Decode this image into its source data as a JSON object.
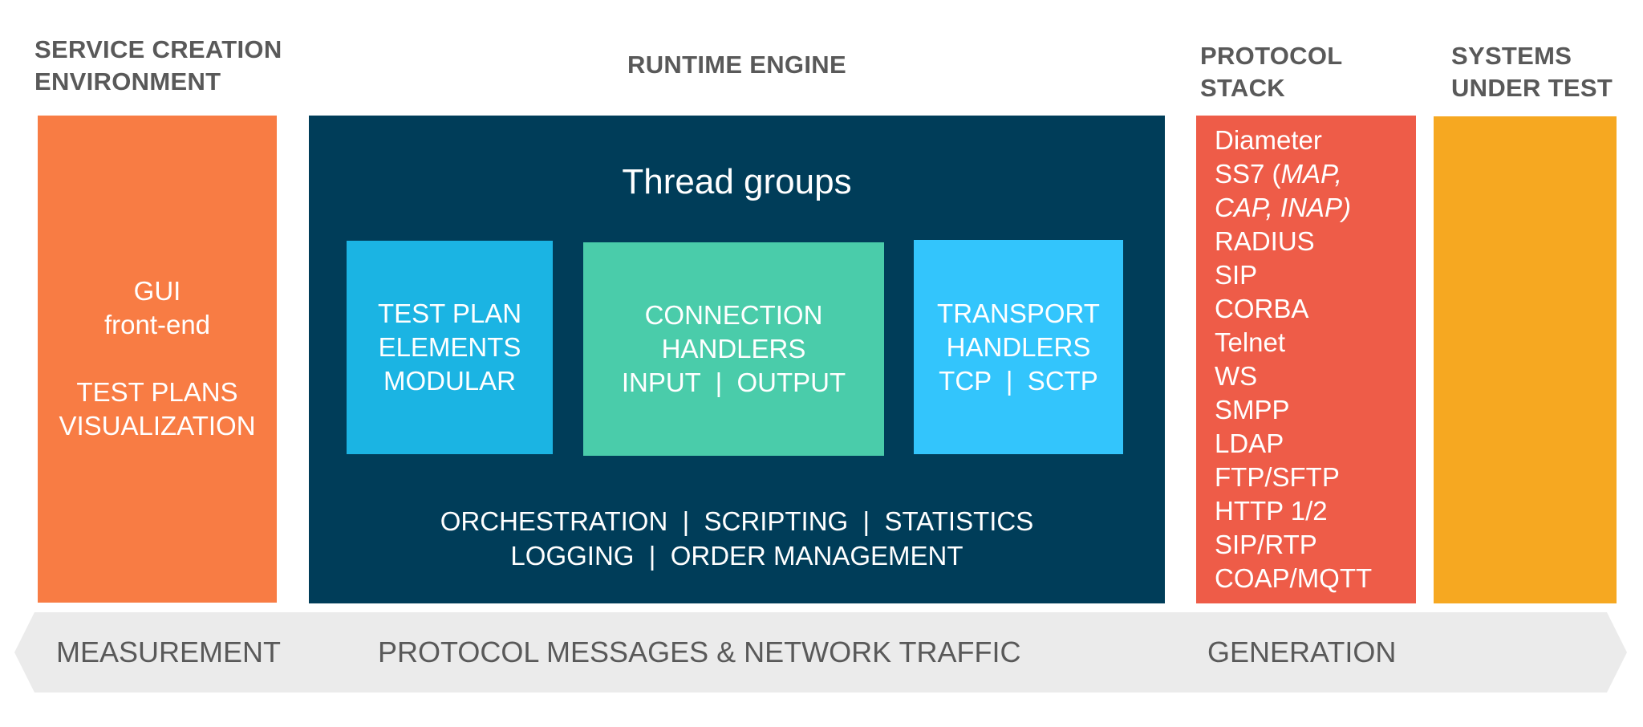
{
  "headers": {
    "service_creation": [
      "SERVICE CREATION",
      "ENVIRONMENT"
    ],
    "runtime_engine": "RUNTIME ENGINE",
    "protocol_stack": [
      "PROTOCOL",
      "STACK"
    ],
    "systems_under_test": [
      "SYSTEMS",
      "UNDER TEST"
    ]
  },
  "service_creation": {
    "lines_top": [
      "GUI",
      "front-end"
    ],
    "lines_bottom": [
      "TEST PLANS",
      "VISUALIZATION"
    ]
  },
  "runtime_engine": {
    "title": "Thread groups",
    "test_plan_box": [
      "TEST PLAN",
      "ELEMENTS",
      "MODULAR"
    ],
    "connection_box": [
      "CONNECTION",
      "HANDLERS",
      "INPUT  |  OUTPUT"
    ],
    "transport_box": [
      "TRANSPORT",
      "HANDLERS",
      "TCP  |  SCTP"
    ],
    "bottom_lines": [
      "ORCHESTRATION  |  SCRIPTING  |  STATISTICS",
      "LOGGING  |  ORDER MANAGEMENT"
    ]
  },
  "protocol_stack": {
    "items": [
      "Diameter",
      "SS7 (",
      "MAP,",
      "CAP, INAP)",
      "RADIUS",
      "SIP",
      "CORBA",
      "Telnet",
      "WS",
      "SMPP",
      "LDAP",
      "FTP/SFTP",
      "HTTP 1/2",
      "SIP/RTP",
      "COAP/MQTT"
    ]
  },
  "traffic_band": {
    "measurement": "MEASUREMENT",
    "middle": "PROTOCOL MESSAGES & NETWORK TRAFFIC",
    "generation": "GENERATION"
  },
  "colors": {
    "sce": "#f87c44",
    "runtime": "#003d59",
    "test_plan_box": "#1bb4e3",
    "connection_box": "#4accaa",
    "transport_box": "#33c5fc",
    "protocol_stack": "#ee5c48",
    "systems_under_test": "#f6a821",
    "band": "#ebebeb",
    "header_text": "#595959"
  }
}
